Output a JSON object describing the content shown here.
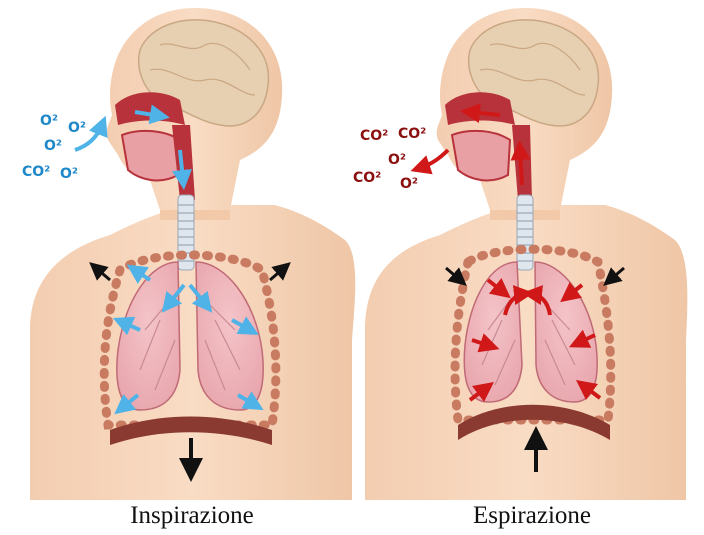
{
  "panels": [
    {
      "caption": "Inspirazione",
      "gas_color": "#1e88c8",
      "airflow_color": "#4fb3e8",
      "gas_labels": [
        "O²",
        "O²",
        "O²",
        "CO²",
        "O²"
      ]
    },
    {
      "caption": "Espirazione",
      "gas_color": "#8b1010",
      "airflow_color": "#d01818",
      "gas_labels": [
        "CO²",
        "CO²",
        "O²",
        "CO²",
        "O²"
      ]
    }
  ]
}
